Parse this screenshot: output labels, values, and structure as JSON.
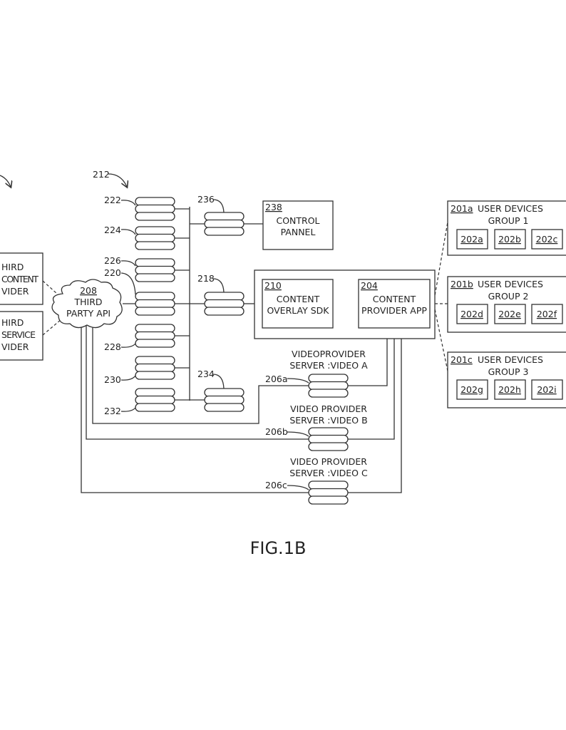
{
  "figure_label": "FIG.1B",
  "refs": {
    "system_arrow": "",
    "servers_group": "212",
    "s222": "222",
    "s224": "224",
    "s226": "226",
    "s220": "220",
    "s228": "228",
    "s230": "230",
    "s232": "232",
    "s236": "236",
    "s218": "218",
    "s234": "234"
  },
  "third_party_api": {
    "ref": "208",
    "line1": "THIRD",
    "line2": "PARTY API"
  },
  "left_boxes": [
    {
      "lines": [
        "HIRD",
        "CONTENT",
        "VIDER"
      ]
    },
    {
      "lines": [
        "HIRD",
        "SERVICE",
        "VIDER"
      ]
    }
  ],
  "control_panel": {
    "ref": "238",
    "line1": "CONTROL",
    "line2": "PANNEL"
  },
  "content_overlay_sdk": {
    "ref": "210",
    "line1": "CONTENT",
    "line2": "OVERLAY SDK"
  },
  "content_provider_app": {
    "ref": "204",
    "line1": "CONTENT",
    "line2": "PROVIDER APP"
  },
  "user_groups": [
    {
      "ref": "201a",
      "line1": "USER DEVICES",
      "line2": "GROUP 1",
      "devices": [
        "202a",
        "202b",
        "202c"
      ]
    },
    {
      "ref": "201b",
      "line1": "USER DEVICES",
      "line2": "GROUP 2",
      "devices": [
        "202d",
        "202e",
        "202f"
      ]
    },
    {
      "ref": "201c",
      "line1": "USER DEVICES",
      "line2": "GROUP 3",
      "devices": [
        "202g",
        "202h",
        "202i"
      ]
    }
  ],
  "video_servers": [
    {
      "ref": "206a",
      "line1": "VIDEOPROVIDER",
      "line2": "SERVER :VIDEO A"
    },
    {
      "ref": "206b",
      "line1": "VIDEO PROVIDER",
      "line2": "SERVER :VIDEO B"
    },
    {
      "ref": "206c",
      "line1": "VIDEO PROVIDER",
      "line2": "SERVER :VIDEO C"
    }
  ]
}
